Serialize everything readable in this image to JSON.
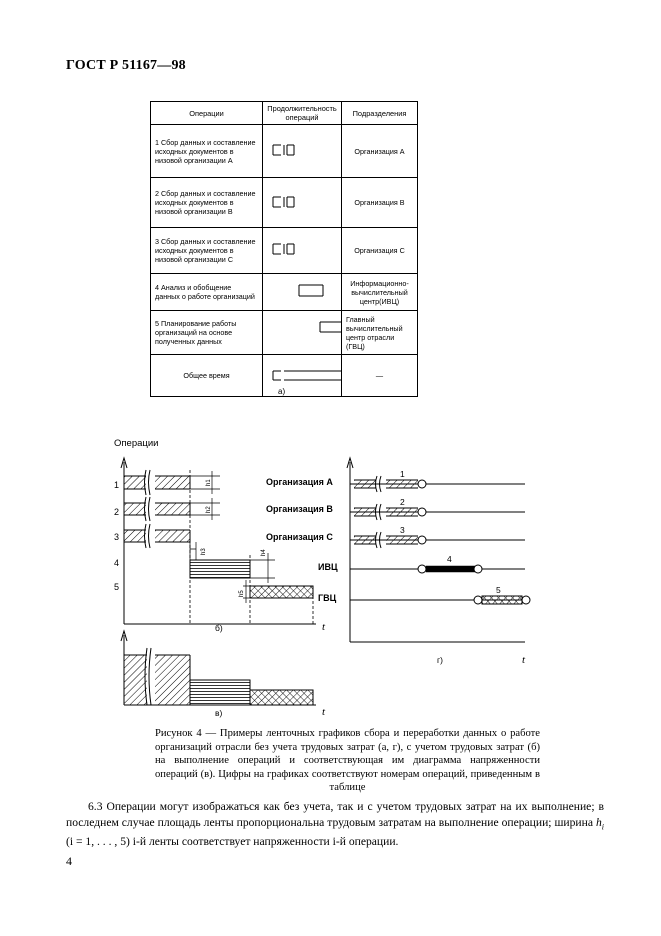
{
  "header": {
    "standard": "ГОСТ Р 51167—98"
  },
  "table": {
    "headers": [
      "Операции",
      "Продолжительность операций",
      "Подразделения"
    ],
    "rows": [
      {
        "op": "1 Сбор данных и составление исходных документов в низовой организации А",
        "dept": "Организация А"
      },
      {
        "op": "2 Сбор данных и составление исходных документов в низовой организации В",
        "dept": "Организация В"
      },
      {
        "op": "3 Сбор данных и составление исходных документов в низовой организации С",
        "dept": "Организация С"
      },
      {
        "op": "4 Анализ и обобщение данных о работе организаций",
        "dept": "Информационно-вычислительный центр(ИВЦ)"
      },
      {
        "op": "5 Планирование работы организаций на основе полученных данных",
        "dept": "Главный вычислительный центр отрасли (ГВЦ)"
      },
      {
        "op": "Общее время",
        "dept": "—"
      }
    ],
    "caption": "а)"
  },
  "figure_b": {
    "title": "Операции",
    "row_labels": [
      "1",
      "2",
      "3",
      "4",
      "5"
    ],
    "h_labels": [
      "h1",
      "h2",
      "h3",
      "h4",
      "h5"
    ],
    "axis_label": "t",
    "caption": "б)"
  },
  "figure_v": {
    "axis_label": "t",
    "caption": "в)"
  },
  "figure_g": {
    "org_labels": [
      "Организация А",
      "Организация В",
      "Организация С",
      "ИВЦ",
      "ГВЦ"
    ],
    "numbers": [
      "1",
      "2",
      "3",
      "4",
      "5"
    ],
    "axis_label": "t",
    "caption": "г)"
  },
  "figure_caption": "Рисунок 4 — Примеры ленточных графиков сбора и переработки данных о работе организаций отрасли без учета трудовых затрат (а, г), с учетом трудовых затрат (б) на выполнение операций и соответствующая им диаграмма напряженности операций (в). Цифры на графиках соответствуют номерам операций, приведенным в таблице",
  "paragraph": {
    "part1": "6.3 Операции могут изображаться как без учета, так и с учетом трудовых затрат на их выполнение; в последнем случае площадь ленты пропорциональна трудовым затратам на выполнение операции; ширина ",
    "h": "h",
    "i": "i",
    "range": " (i = 1, . . . , 5) ",
    "part2": "i-й ленты соответствует напряженности i-й операции."
  },
  "page_number": "4"
}
